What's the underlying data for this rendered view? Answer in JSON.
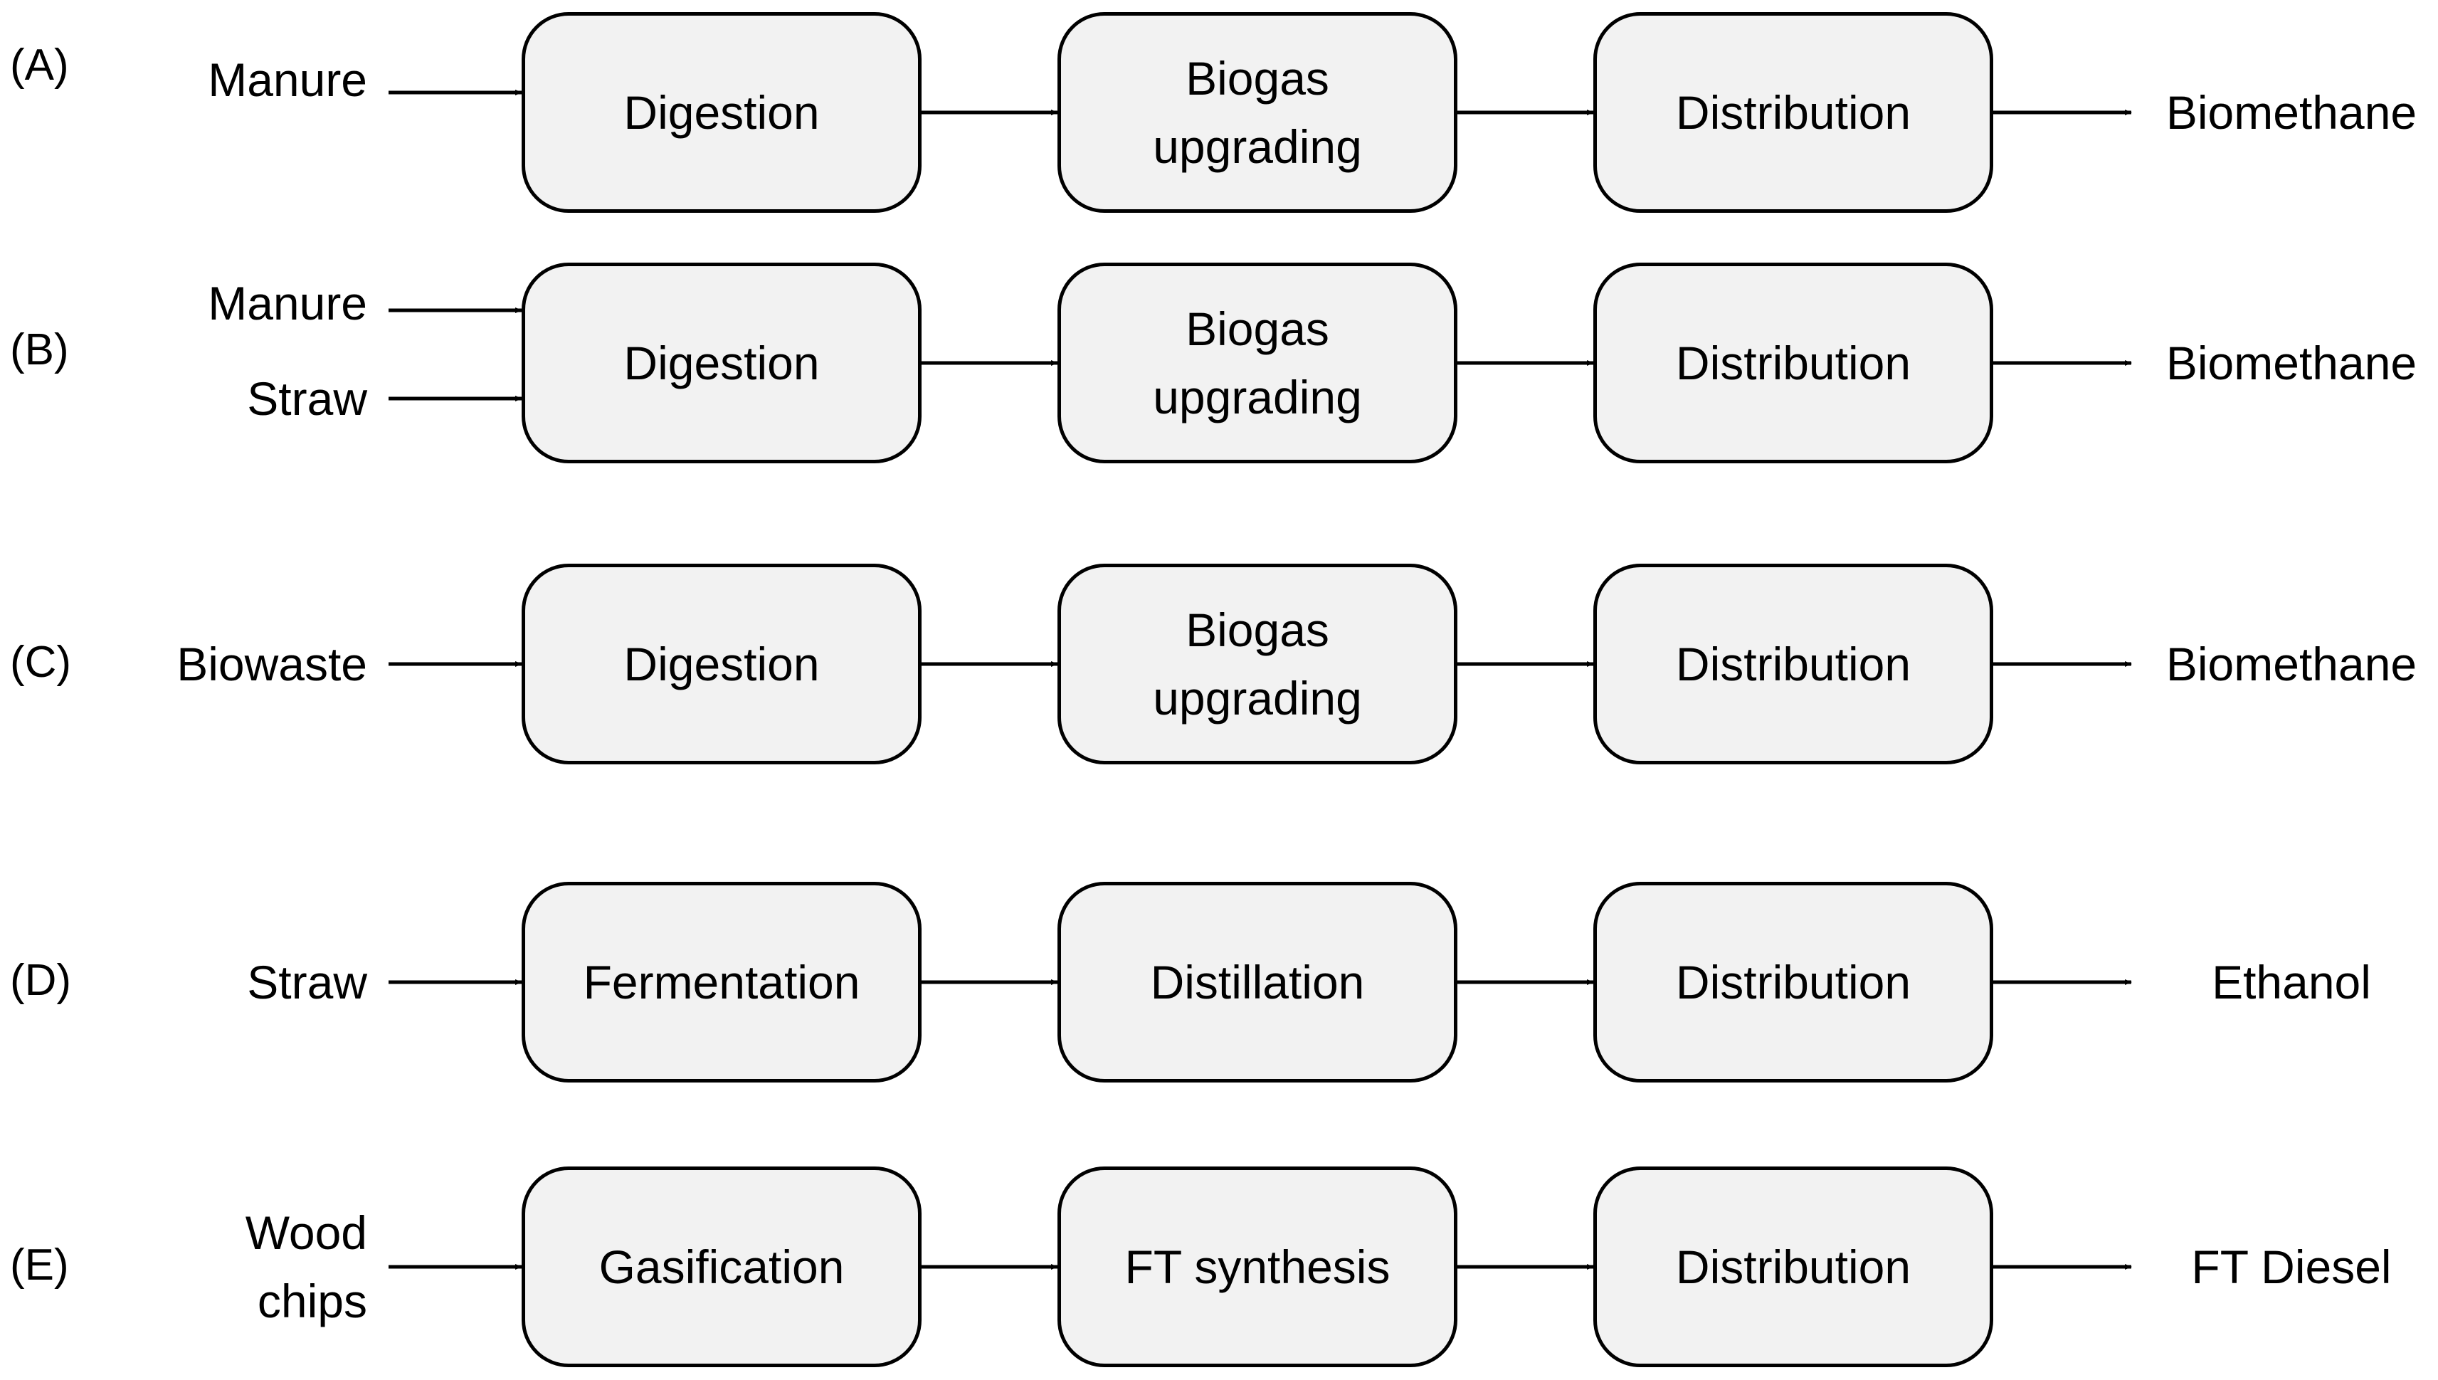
{
  "rows": [
    {
      "label": "(A)",
      "inputs": [
        "Manure"
      ],
      "steps": [
        [
          "Digestion"
        ],
        [
          "Biogas",
          "upgrading"
        ],
        [
          "Distribution"
        ]
      ],
      "output": "Biomethane"
    },
    {
      "label": "(B)",
      "inputs": [
        "Manure",
        "Straw"
      ],
      "steps": [
        [
          "Digestion"
        ],
        [
          "Biogas",
          "upgrading"
        ],
        [
          "Distribution"
        ]
      ],
      "output": "Biomethane"
    },
    {
      "label": "(C)",
      "inputs": [
        "Biowaste"
      ],
      "steps": [
        [
          "Digestion"
        ],
        [
          "Biogas",
          "upgrading"
        ],
        [
          "Distribution"
        ]
      ],
      "output": "Biomethane"
    },
    {
      "label": "(D)",
      "inputs": [
        "Straw"
      ],
      "steps": [
        [
          "Fermentation"
        ],
        [
          "Distillation"
        ],
        [
          "Distribution"
        ]
      ],
      "output": "Ethanol"
    },
    {
      "label": "(E)",
      "inputs": [
        "Wood\nchips"
      ],
      "steps": [
        [
          "Gasification"
        ],
        [
          "FT synthesis"
        ],
        [
          "Distribution"
        ]
      ],
      "output": "FT Diesel"
    }
  ]
}
